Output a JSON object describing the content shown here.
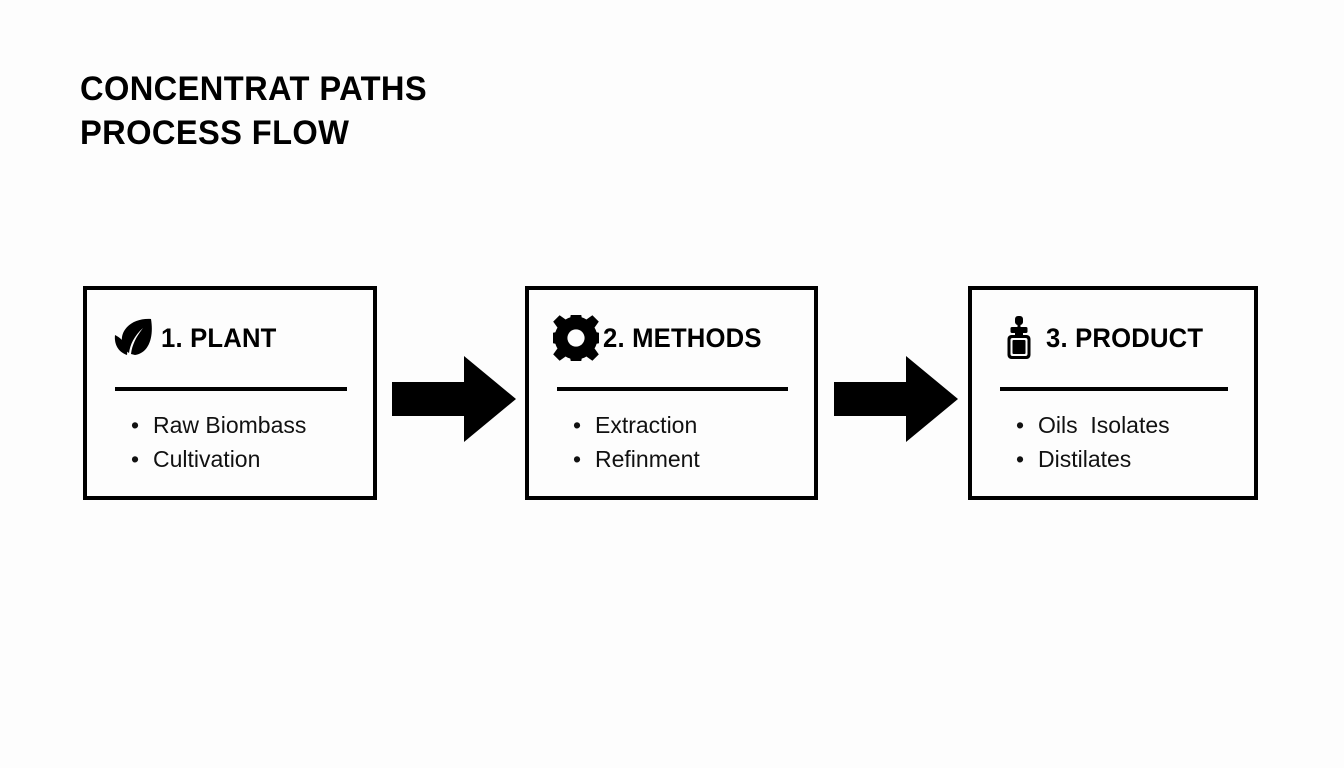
{
  "page": {
    "background_color": "#fdfdfd",
    "ink_color": "#000000"
  },
  "title": {
    "line1": "CONCENTRAT PATHS",
    "line2": "PROCESS FLOW"
  },
  "flow": {
    "arrow_1_name": "arrow-plant-to-methods",
    "arrow_2_name": "arrow-methods-to-product",
    "steps": [
      {
        "number": "1.",
        "heading": "1. PLANT",
        "icon": "leaf-icon",
        "bullets": [
          "Raw Biombass",
          "Cultivation"
        ]
      },
      {
        "number": "2.",
        "heading": "2. METHODS",
        "icon": "gear-icon",
        "bullets": [
          "Extraction",
          "Refinment"
        ]
      },
      {
        "number": "3.",
        "heading": "3. PRODUCT",
        "icon": "dropper-bottle-icon",
        "bullets": [
          "Oils  Isolates",
          "Distilates"
        ]
      }
    ]
  }
}
